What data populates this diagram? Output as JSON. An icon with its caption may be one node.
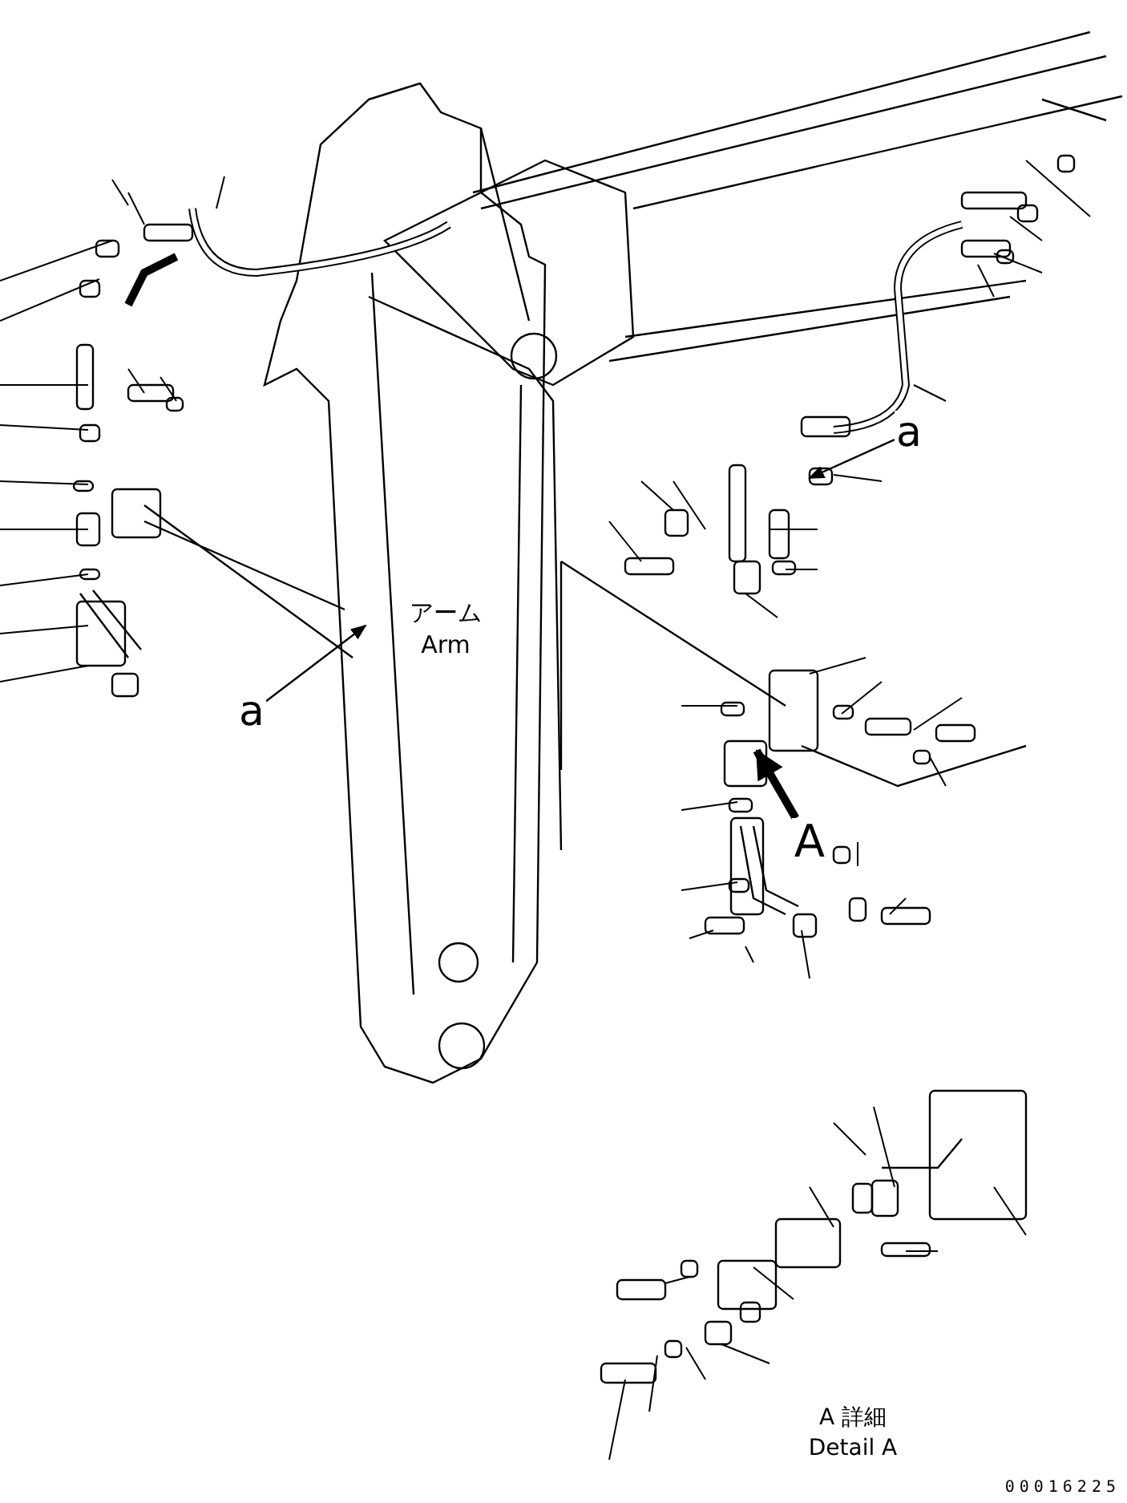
{
  "diagram": {
    "nodes": [
      {
        "text": [
          "アーム",
          "Arm"
        ]
      },
      {
        "text": [
          "a"
        ]
      },
      {
        "text": [
          "a"
        ]
      },
      {
        "text": [
          "A"
        ]
      },
      {
        "text": [
          "A 詳細",
          "Detail A"
        ]
      }
    ],
    "edges": [
      {
        "from": 1,
        "to": null,
        "arrow": "to"
      },
      {
        "from": 2,
        "to": null,
        "arrow": "to"
      },
      {
        "from": 3,
        "to": null,
        "arrow": "to",
        "style": "thick"
      }
    ],
    "labels": [
      "00016225"
    ]
  }
}
